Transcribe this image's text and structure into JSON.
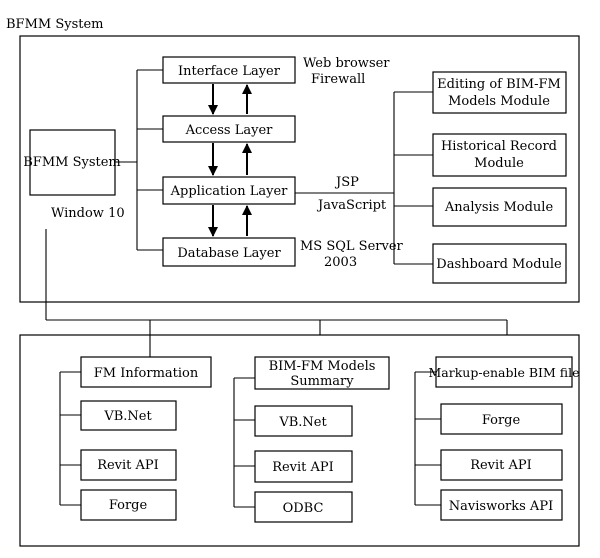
{
  "system_title": "BFMM System",
  "core": {
    "label": "BFMM System",
    "os": "Window 10"
  },
  "layers": [
    {
      "label": "Interface Layer",
      "note": [
        "Web browser",
        "Firewall"
      ]
    },
    {
      "label": "Access Layer",
      "note": []
    },
    {
      "label": "Application Layer",
      "note": [
        "JSP",
        "JavaScript"
      ]
    },
    {
      "label": "Database Layer",
      "note": [
        "MS SQL Server",
        "2003"
      ]
    }
  ],
  "modules": [
    [
      "Editing of BIM-FM",
      "Models Module"
    ],
    [
      "Historical Record",
      "Module"
    ],
    [
      "Analysis Module"
    ],
    [
      "Dashboard Module"
    ]
  ],
  "groups": [
    {
      "title": [
        "FM Information"
      ],
      "items": [
        "VB.Net",
        "Revit API",
        "Forge"
      ]
    },
    {
      "title": [
        "BIM-FM Models",
        "Summary"
      ],
      "items": [
        "VB.Net",
        "Revit API",
        "ODBC"
      ]
    },
    {
      "title": [
        "Markup-enable BIM file"
      ],
      "items": [
        "Forge",
        "Revit API",
        "Navisworks API"
      ]
    }
  ]
}
